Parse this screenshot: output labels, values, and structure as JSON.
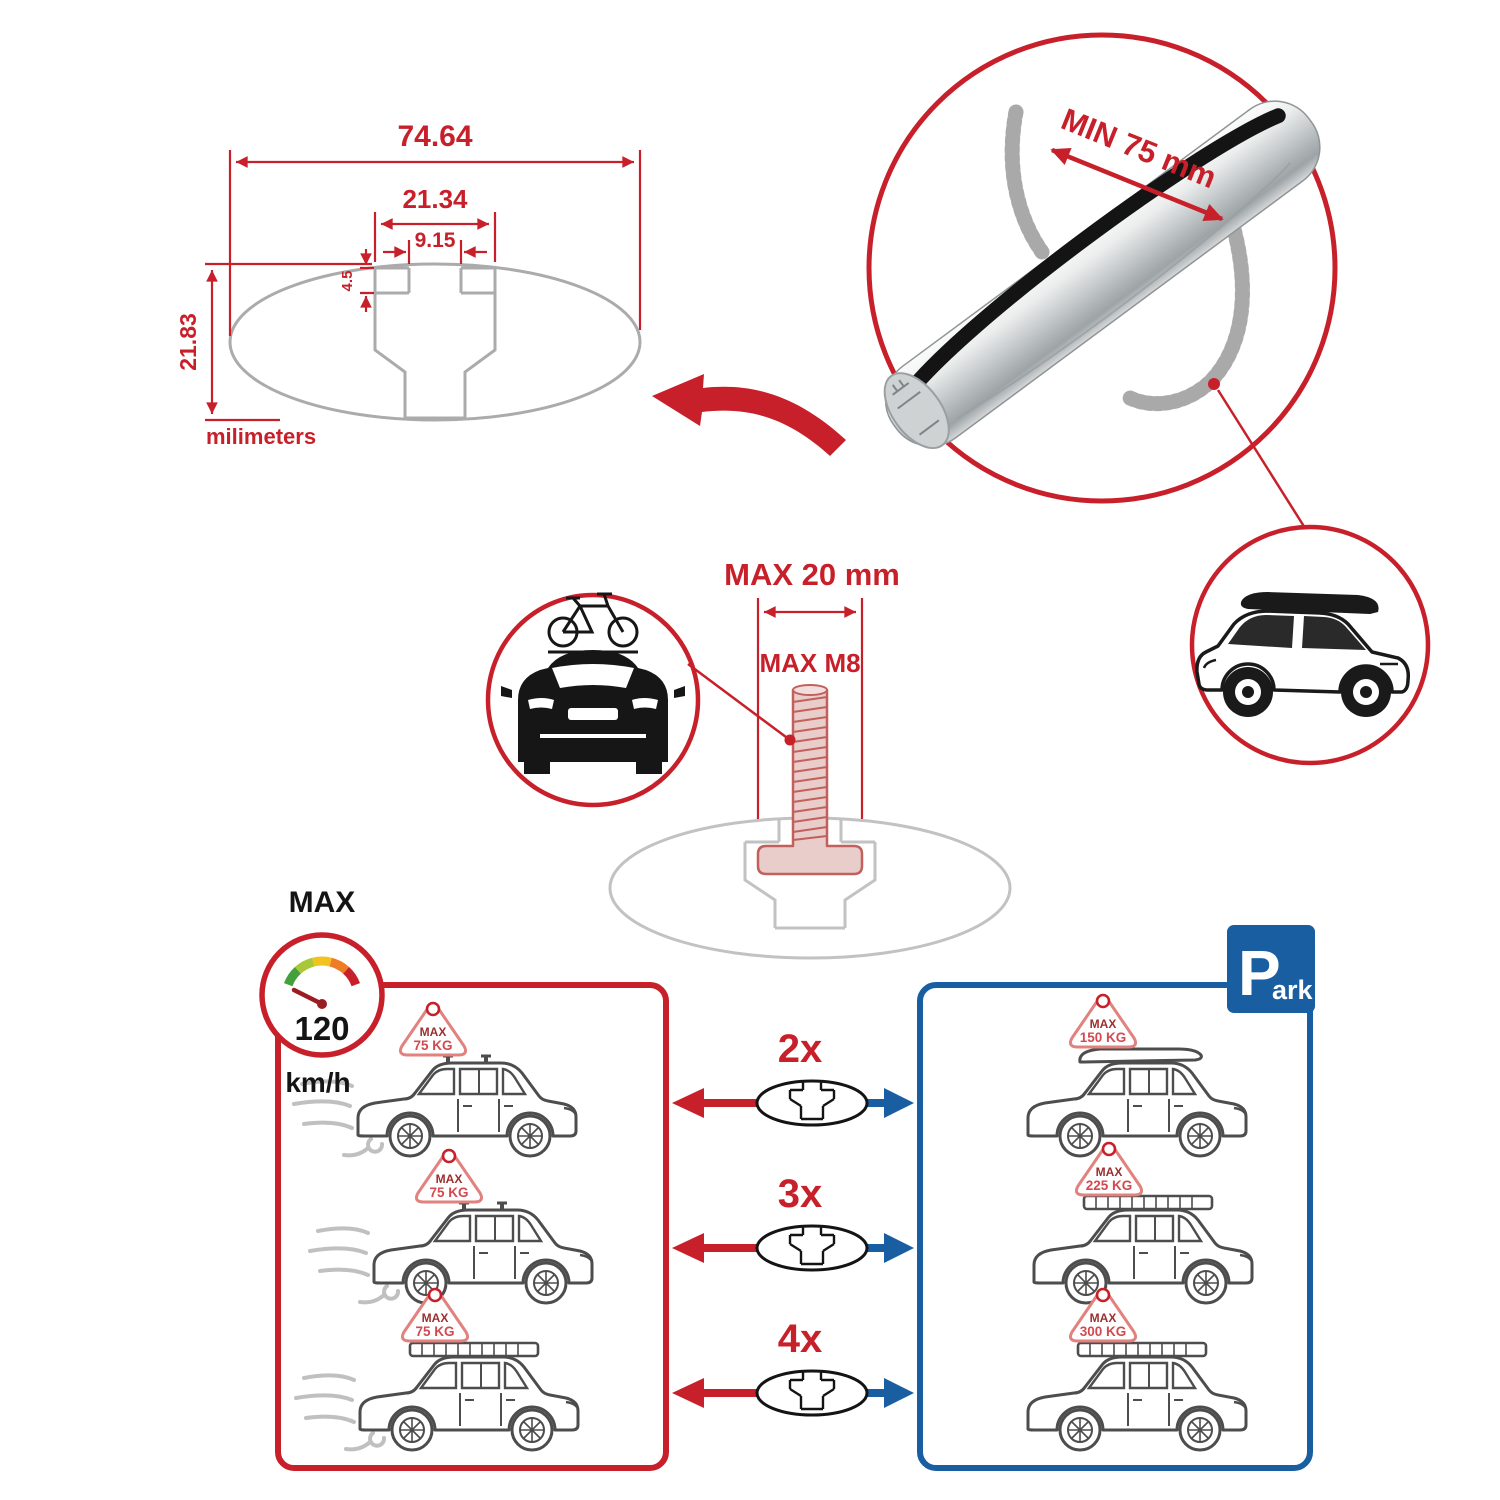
{
  "colors": {
    "red": "#c8202a",
    "blue": "#195ea0",
    "gray": "#ababab",
    "black": "#161616"
  },
  "dimensions": {
    "total_width": "74.64",
    "channel_width": "21.34",
    "slot_width": "9.15",
    "lip_depth": "4.5",
    "profile_height": "21.83",
    "units_label": "milimeters"
  },
  "bar_detail": {
    "min_span": "MIN 75 mm"
  },
  "bolt": {
    "max_width": "MAX 20 mm",
    "max_thread": "MAX M8"
  },
  "speed_gauge": {
    "title": "MAX",
    "value": "120",
    "units": "km/h"
  },
  "park_sign": {
    "letter": "P",
    "suffix": "ark"
  },
  "driving_cars": [
    {
      "tag_title": "MAX",
      "tag_value": "75 KG"
    },
    {
      "tag_title": "MAX",
      "tag_value": "75 KG"
    },
    {
      "tag_title": "MAX",
      "tag_value": "75 KG"
    }
  ],
  "parked_cars": [
    {
      "tag_title": "MAX",
      "tag_value": "150 KG"
    },
    {
      "tag_title": "MAX",
      "tag_value": "225 KG"
    },
    {
      "tag_title": "MAX",
      "tag_value": "300 KG"
    }
  ],
  "bar_counts": [
    {
      "label": "2x"
    },
    {
      "label": "3x"
    },
    {
      "label": "4x"
    }
  ]
}
